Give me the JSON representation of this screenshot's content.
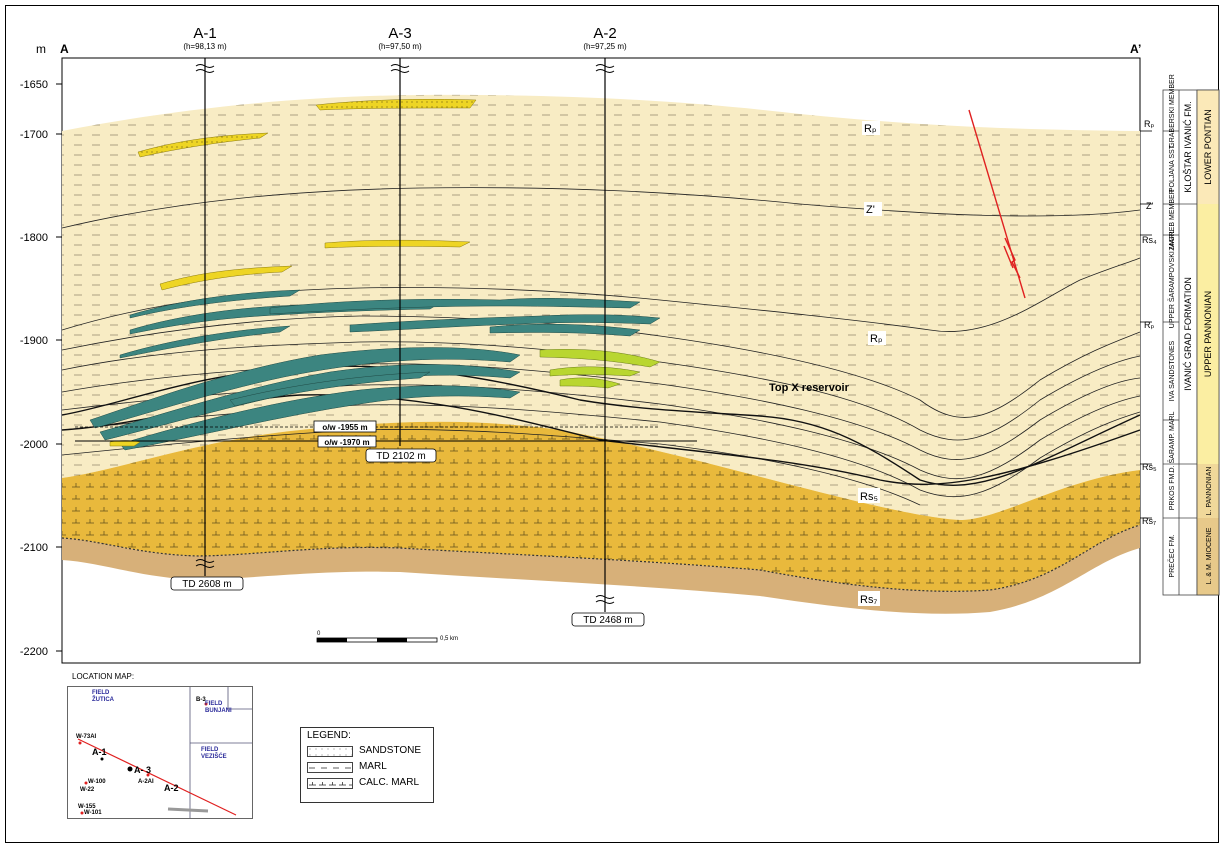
{
  "figure": {
    "unit_label": "m",
    "section_start": "A",
    "section_end": "A’",
    "depth_ticks": [
      "-1650",
      "-1700",
      "-1800",
      "-1900",
      "-2000",
      "-2100",
      "-2200"
    ],
    "wells": [
      {
        "name": "A-1",
        "elevation": "(h=98,13 m)",
        "td": "TD 2608 m"
      },
      {
        "name": "A-3",
        "elevation": "(h=97,50 m)",
        "td": "TD 2102 m"
      },
      {
        "name": "A-2",
        "elevation": "(h=97,25 m)",
        "td": "TD 2468 m"
      }
    ],
    "contacts": [
      "o/w -1955 m",
      "o/w -1970 m"
    ],
    "reservoir_label": "Top X reservoir",
    "horizons_in_section": [
      "Rₚ",
      "Z'",
      "Rₚ",
      "Rs₅",
      "Rs₇"
    ],
    "horizon_marks_right": [
      "Rₚ",
      "Z'",
      "Rs₄",
      "Rₚ",
      "Rs₅",
      "Rs₇"
    ],
    "scale_bar": {
      "zero": "0",
      "end": "0,5 km"
    }
  },
  "stratigraphy": {
    "members": [
      "GRABERSKI MEMBER",
      "POLJANA SST.",
      "ZAGREB MEMBER",
      "UPPER ŠARAMPOVSKI MARL",
      "IVA SANDSTONES",
      "D. ŠARAMP. MARL",
      "PRKOS FM.",
      "PREČEC FM."
    ],
    "formations": [
      "KLOŠTAR IVANIĆ FM.",
      "IVANIĆ GRAD FORMATION",
      "PRKOS FM.",
      "PREČEC FM."
    ],
    "stages": [
      "LOWER PONTIAN",
      "UPPER PANNONIAN",
      "L. PANNONIAN",
      "L. & M. MIOCENE"
    ]
  },
  "legend": {
    "title": "LEGEND:",
    "items": [
      {
        "label": "SANDSTONE",
        "pattern": "dots"
      },
      {
        "label": "MARL",
        "pattern": "dashes"
      },
      {
        "label": "CALC. MARL",
        "pattern": "ticks"
      }
    ]
  },
  "location_map": {
    "title": "LOCATION MAP:",
    "fields": [
      "FIELD ŽUTICA",
      "FIELD BUNJANI",
      "FIELD VEZIŠĆE"
    ],
    "wells": [
      "B-3",
      "W-73AI",
      "A-1",
      "A- 3",
      "A-2",
      "W-100",
      "A-2AI",
      "W-22",
      "W-155",
      "W-101"
    ]
  },
  "colors": {
    "marl_fill": "#f8ecc4",
    "calc_marl_fill": "#e9b93c",
    "basement_fill": "#d7b079",
    "oil_sand": "#3c8580",
    "sand": "#eed524",
    "light_green_sand": "#b9d630",
    "fault": "#e02020"
  }
}
